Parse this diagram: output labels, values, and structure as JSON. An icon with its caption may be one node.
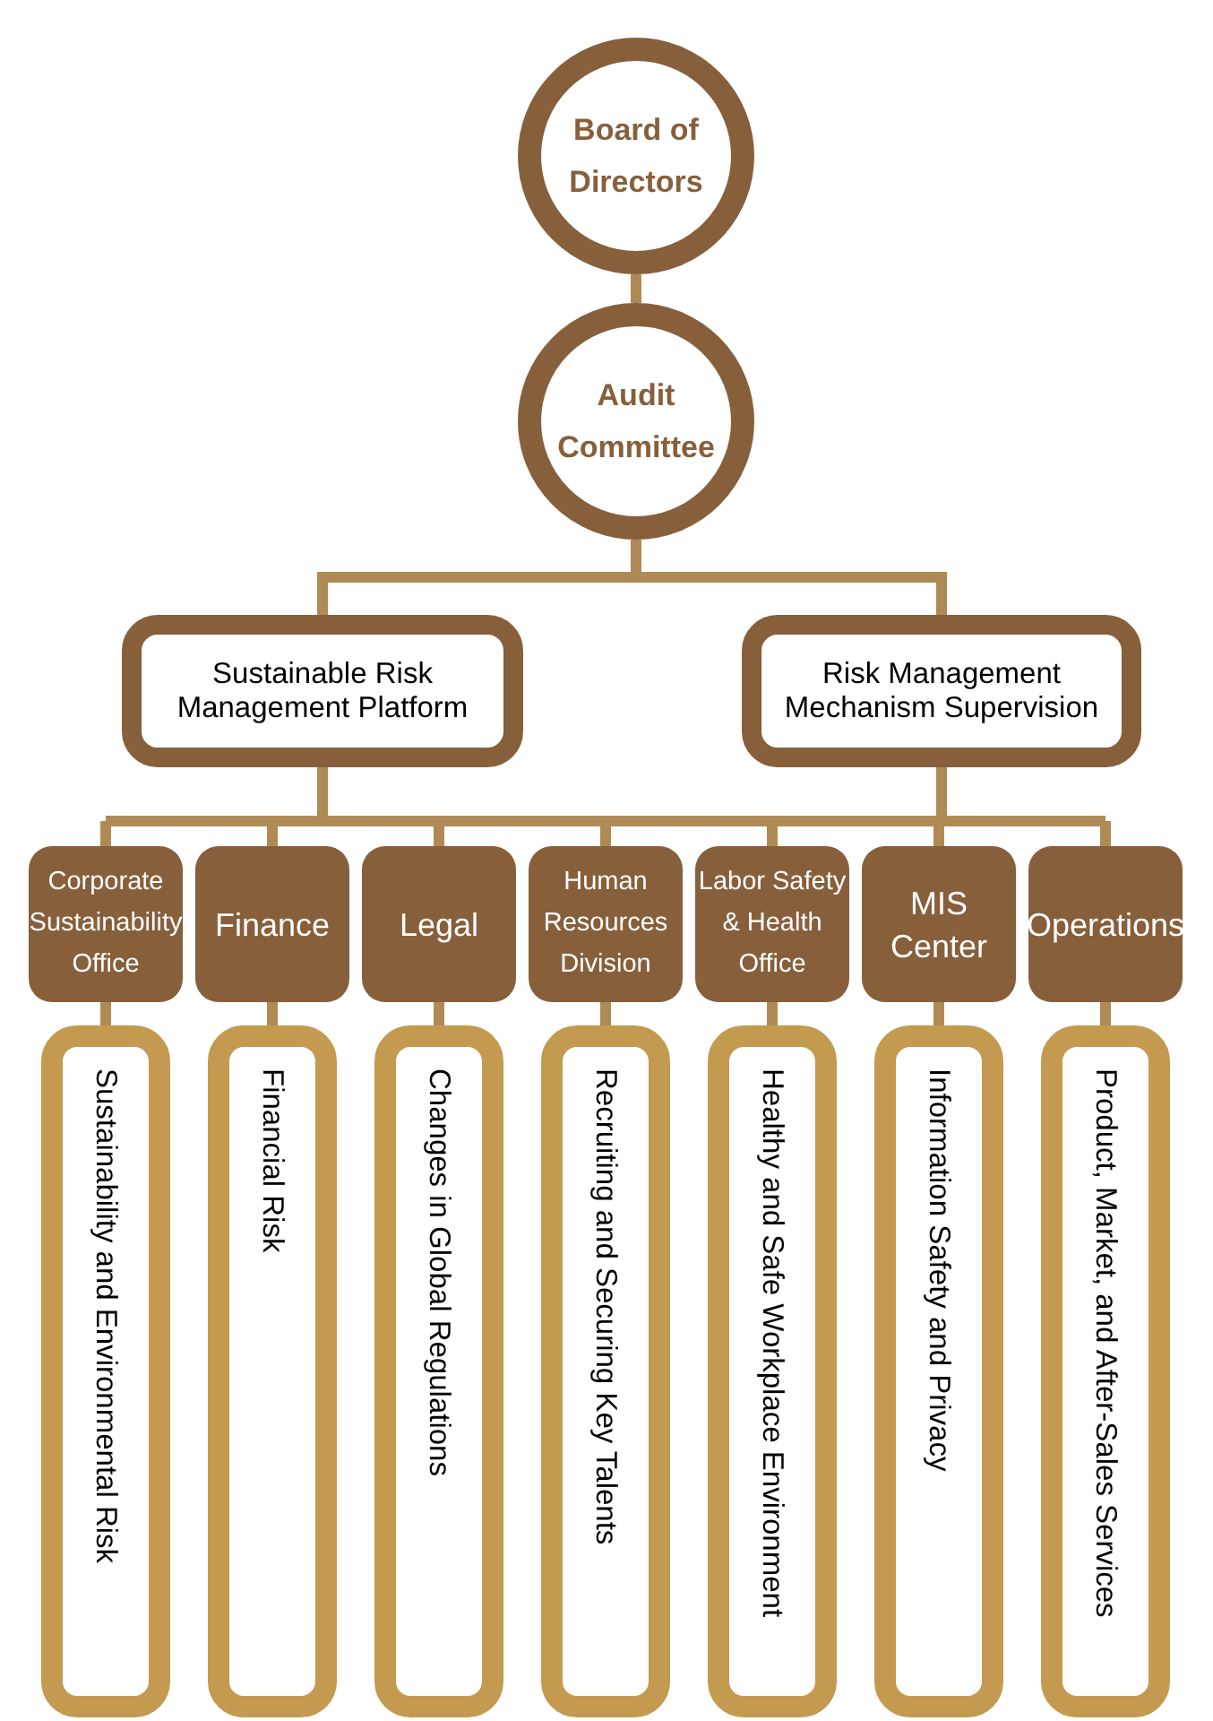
{
  "diagram": {
    "nodes": [
      {
        "text": [
          "Board of Directors"
        ]
      },
      {
        "text": [
          "Audit Committee"
        ]
      },
      {
        "text": [
          "Sustainable Risk Management Platform"
        ]
      },
      {
        "text": [
          "Risk Management Mechanism Supervision"
        ]
      },
      {
        "text": [
          "Corporate Sustainability Office"
        ]
      },
      {
        "text": [
          "Finance"
        ]
      },
      {
        "text": [
          "Legal"
        ]
      },
      {
        "text": [
          "Human Resources Division"
        ]
      },
      {
        "text": [
          "Labor Safety & Health Office"
        ]
      },
      {
        "text": [
          "MIS Center"
        ]
      },
      {
        "text": [
          "Operations"
        ]
      },
      {
        "text": [
          "Sustainability and Environmental Risk"
        ]
      },
      {
        "text": [
          "Financial Risk"
        ]
      },
      {
        "text": [
          "Changes in Global Regulations"
        ]
      },
      {
        "text": [
          "Recruiting and Securing Key Talents"
        ]
      },
      {
        "text": [
          "Healthy and Safe Workplace Environment"
        ]
      },
      {
        "text": [
          "Information Safety and Privacy"
        ]
      },
      {
        "text": [
          "Product, Market, and After-Sales Services"
        ]
      }
    ],
    "edges": [
      {
        "from": 0,
        "to": 1,
        "arrow": "none"
      },
      {
        "from": 1,
        "to": 2,
        "arrow": "none"
      },
      {
        "from": 1,
        "to": 3,
        "arrow": "none"
      },
      {
        "from": 2,
        "to": 4,
        "arrow": "none"
      },
      {
        "from": 2,
        "to": 5,
        "arrow": "none"
      },
      {
        "from": 2,
        "to": 6,
        "arrow": "none"
      },
      {
        "from": 2,
        "to": 7,
        "arrow": "none"
      },
      {
        "from": 2,
        "to": 8,
        "arrow": "none"
      },
      {
        "from": 2,
        "to": 9,
        "arrow": "none"
      },
      {
        "from": 2,
        "to": 10,
        "arrow": "none"
      },
      {
        "from": 3,
        "to": 4,
        "arrow": "none"
      },
      {
        "from": 3,
        "to": 5,
        "arrow": "none"
      },
      {
        "from": 3,
        "to": 6,
        "arrow": "none"
      },
      {
        "from": 3,
        "to": 7,
        "arrow": "none"
      },
      {
        "from": 3,
        "to": 8,
        "arrow": "none"
      },
      {
        "from": 3,
        "to": 9,
        "arrow": "none"
      },
      {
        "from": 3,
        "to": 10,
        "arrow": "none"
      },
      {
        "from": 4,
        "to": 11,
        "arrow": "none"
      },
      {
        "from": 5,
        "to": 12,
        "arrow": "none"
      },
      {
        "from": 6,
        "to": 13,
        "arrow": "none"
      },
      {
        "from": 7,
        "to": 14,
        "arrow": "none"
      },
      {
        "from": 8,
        "to": 15,
        "arrow": "none"
      },
      {
        "from": 9,
        "to": 16,
        "arrow": "none"
      },
      {
        "from": 10,
        "to": 17,
        "arrow": "none"
      }
    ]
  }
}
